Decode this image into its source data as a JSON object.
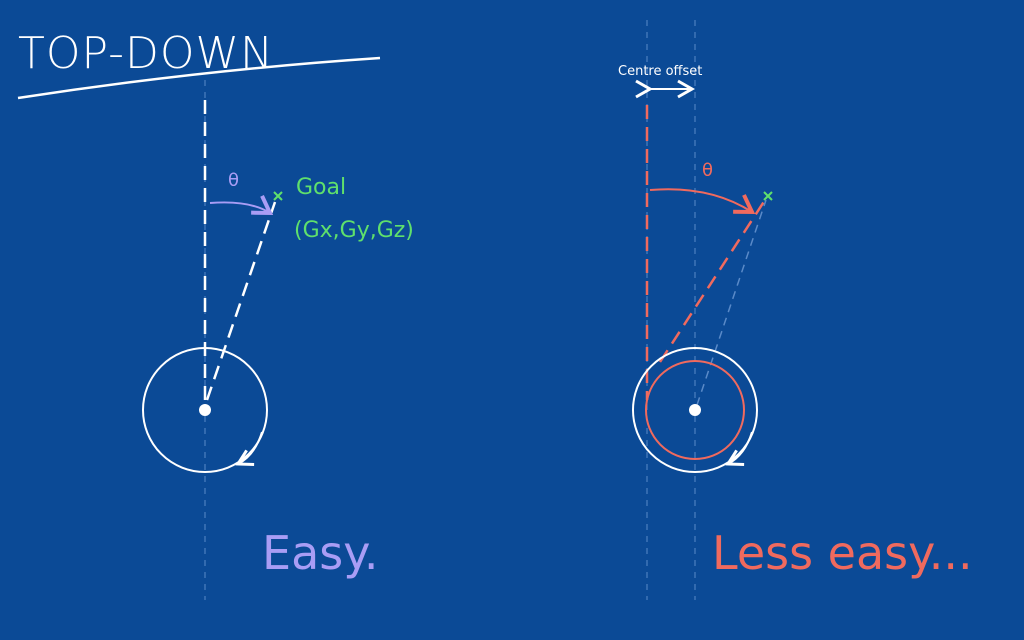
{
  "title": "TOP-DOWN",
  "left": {
    "theta": "θ",
    "goal_label": "Goal",
    "goal_coords": "(Gx,Gy,Gz)",
    "caption": "Easy."
  },
  "right": {
    "offset_label": "Centre offset",
    "theta": "θ",
    "caption": "Less easy..."
  },
  "colors": {
    "background": "#0b4a96",
    "purple": "#a99df5",
    "red": "#f06a5e",
    "green": "#5fe06c",
    "white": "#ffffff"
  }
}
